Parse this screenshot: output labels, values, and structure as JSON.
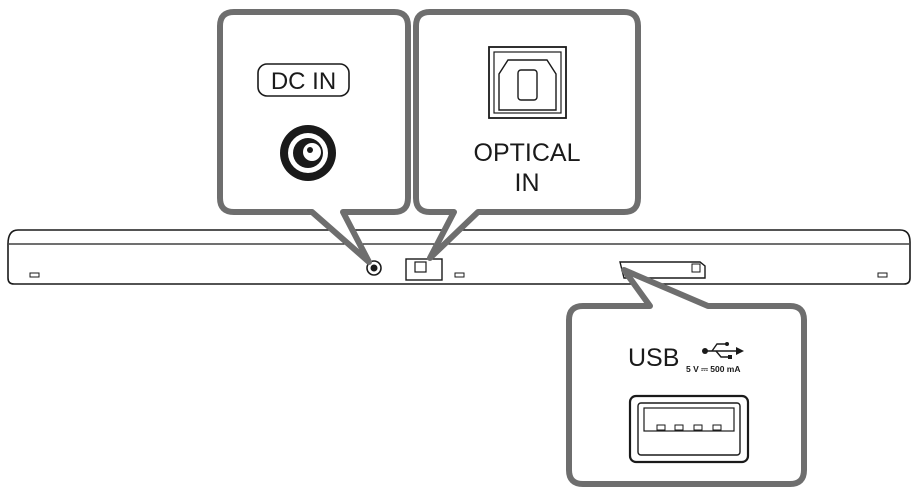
{
  "callouts": {
    "dc_in": {
      "label": "DC IN"
    },
    "optical_in": {
      "line1": "OPTICAL",
      "line2": "IN"
    },
    "usb": {
      "label": "USB",
      "rating": "5 V ⎓ 500 mA"
    }
  },
  "colors": {
    "outline": "#1a1a1a",
    "callout_border": "#6e6e6e",
    "fill": "#ffffff"
  },
  "icons": [
    "dc-jack-icon",
    "optical-port-icon",
    "usb-symbol-icon",
    "usb-port-icon"
  ]
}
